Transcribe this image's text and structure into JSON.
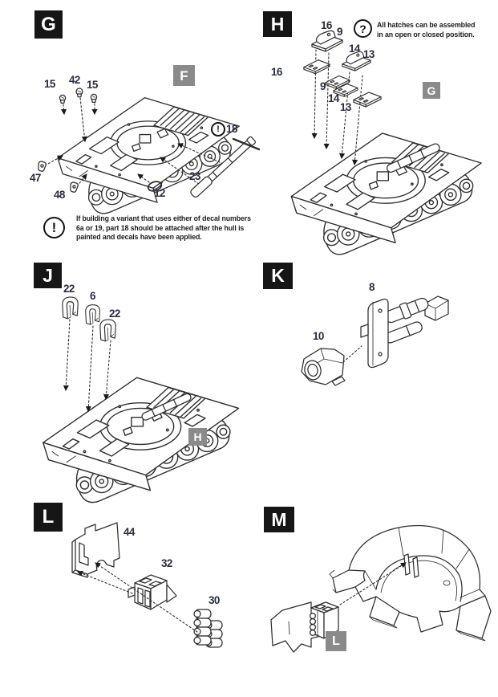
{
  "colors": {
    "background": "#ffffff",
    "part_number": "#2b2e40",
    "badge_black_bg": "#161616",
    "badge_gray_bg": "#8a8a8a",
    "badge_text": "#ffffff",
    "line_art": "#2e2e2e",
    "note_text": "#1c1c1c"
  },
  "panels": {
    "g": {
      "badge": "G",
      "ref_badge": "F",
      "nums": {
        "n15a": "15",
        "n42": "42",
        "n15b": "15",
        "n47": "47",
        "n48": "48",
        "n12": "12",
        "n23": "23",
        "n18": "18"
      },
      "inline_warning_symbol": "!",
      "note": {
        "icon": "exclamation-circle-icon",
        "symbol": "!",
        "lines": [
          "If building a variant that uses either of decal numbers",
          "6a or 19, part 18 should be attached after the hull is",
          "painted and decals have been applied."
        ]
      }
    },
    "h": {
      "badge": "H",
      "ref_badge": "G",
      "note": {
        "icon": "question-circle-icon",
        "symbol": "?",
        "lines": [
          "All hatches can be assembled",
          "in an open or closed position."
        ]
      },
      "nums": {
        "n16a": "16",
        "n9a": "9",
        "n14a": "14",
        "n13a": "13",
        "n16b": "16",
        "n9b": "9",
        "n14b": "14",
        "n13b": "13"
      }
    },
    "j": {
      "badge": "J",
      "ref_badge": "H",
      "nums": {
        "n22a": "22",
        "n6": "6",
        "n22b": "22"
      }
    },
    "k": {
      "badge": "K",
      "nums": {
        "n8": "8",
        "n10": "10"
      }
    },
    "l": {
      "badge": "L",
      "nums": {
        "n44": "44",
        "n32": "32",
        "n30": "30"
      }
    },
    "m": {
      "badge": "M",
      "ref_badge": "L"
    }
  }
}
